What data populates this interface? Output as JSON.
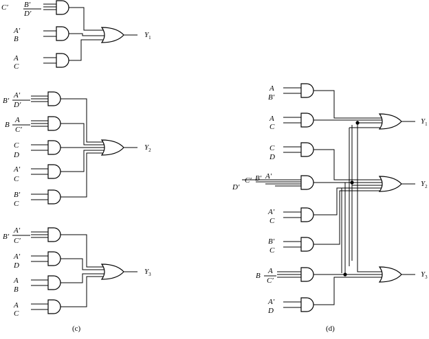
{
  "panel_c": {
    "caption": "(c)",
    "groups": [
      {
        "output": "Y",
        "output_sub": "1",
        "gates": [
          {
            "side_label": "C′",
            "inputs": [
              "B′",
              "D′"
            ]
          },
          {
            "side_label": "",
            "inputs": [
              "A′",
              "B"
            ]
          },
          {
            "side_label": "",
            "inputs": [
              "A",
              "C"
            ]
          }
        ]
      },
      {
        "output": "Y",
        "output_sub": "2",
        "gates": [
          {
            "side_label": "B′",
            "inputs": [
              "A′",
              "D′"
            ]
          },
          {
            "side_label": "B",
            "inputs": [
              "A",
              "C′"
            ]
          },
          {
            "side_label": "",
            "inputs": [
              "C",
              "D"
            ]
          },
          {
            "side_label": "",
            "inputs": [
              "A′",
              "C"
            ]
          },
          {
            "side_label": "",
            "inputs": [
              "B′",
              "C"
            ]
          }
        ]
      },
      {
        "output": "Y",
        "output_sub": "3",
        "gates": [
          {
            "side_label": "B′",
            "inputs": [
              "A′",
              "C′"
            ]
          },
          {
            "side_label": "",
            "inputs": [
              "A′",
              "D"
            ]
          },
          {
            "side_label": "",
            "inputs": [
              "A",
              "B"
            ]
          },
          {
            "side_label": "",
            "inputs": [
              "A",
              "C"
            ]
          }
        ]
      }
    ]
  },
  "panel_d": {
    "caption": "(d)",
    "gates": [
      {
        "side_label": "",
        "inputs": [
          "A",
          "B′"
        ]
      },
      {
        "side_label": "",
        "inputs": [
          "A",
          "C"
        ]
      },
      {
        "side_label": "",
        "inputs": [
          "C",
          "D"
        ]
      },
      {
        "side_label": "D′",
        "inputs": [
          "C′",
          "B′",
          "A′"
        ]
      },
      {
        "side_label": "",
        "inputs": [
          "A′",
          "C"
        ]
      },
      {
        "side_label": "",
        "inputs": [
          "B′",
          "C"
        ]
      },
      {
        "side_label": "B",
        "inputs": [
          "A",
          "C′"
        ]
      },
      {
        "side_label": "",
        "inputs": [
          "A′",
          "D"
        ]
      }
    ],
    "outputs": [
      {
        "label": "Y",
        "sub": "1"
      },
      {
        "label": "Y",
        "sub": "2"
      },
      {
        "label": "Y",
        "sub": "3"
      }
    ]
  }
}
